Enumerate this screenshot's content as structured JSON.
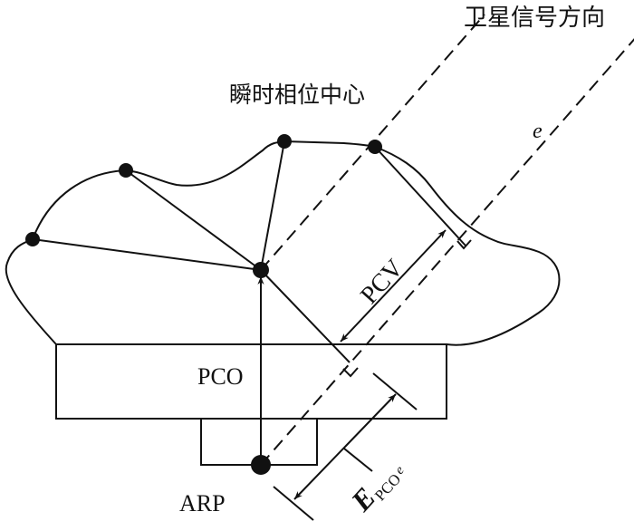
{
  "labels": {
    "satellite_direction": "卫星信号方向",
    "instant_phase_center": "瞬时相位中心",
    "unit_vector": "e",
    "pcv": "PCV",
    "pco": "PCO",
    "arp": "ARP",
    "e_pco_main": "E",
    "e_pco_sub": "PCO",
    "e_pco_subsub": "e"
  },
  "colors": {
    "stroke": "#111111",
    "background": "#ffffff"
  }
}
